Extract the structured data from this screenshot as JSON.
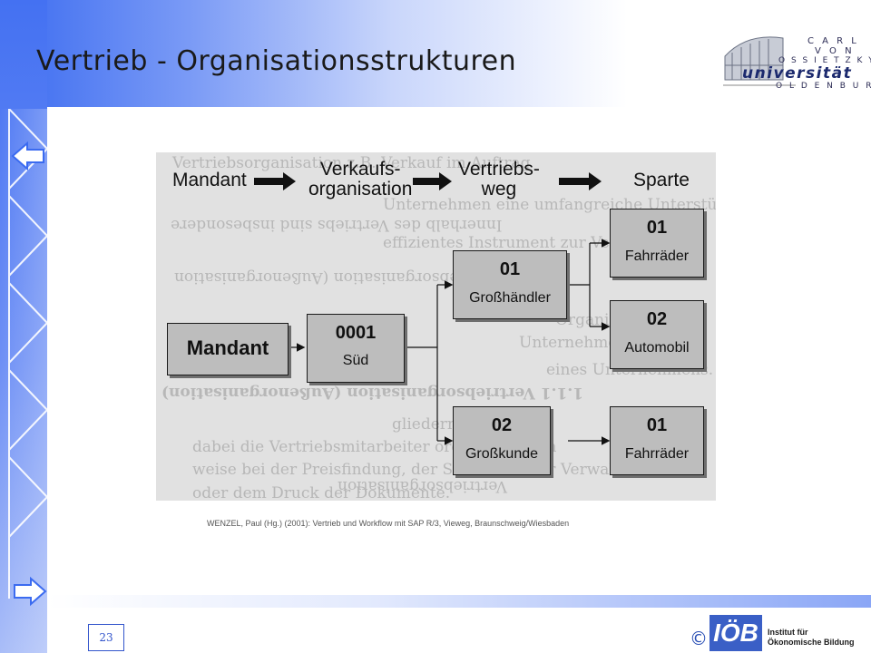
{
  "slide": {
    "title": "Vertrieb - Organisationsstrukturen",
    "page_number": "23"
  },
  "logo": {
    "line1": "C A R L",
    "line2": "V O N",
    "line3": "O S S I E T Z K Y",
    "name": "universität",
    "city": "O L D E N B U R G"
  },
  "diagram": {
    "headers": {
      "mandant": "Mandant",
      "verkaufsorg": "Verkaufs-\norganisation",
      "vertriebsweg": "Vertriebs-\nweg",
      "sparte": "Sparte"
    },
    "boxes": {
      "mandant": {
        "name": "Mandant"
      },
      "sued": {
        "code": "0001",
        "name": "Süd"
      },
      "grosshaendler": {
        "code": "01",
        "name": "Großhändler"
      },
      "grosskunde": {
        "code": "02",
        "name": "Großkunde"
      },
      "fahrraeder_1": {
        "code": "01",
        "name": "Fahrräder"
      },
      "automobil": {
        "code": "02",
        "name": "Automobil"
      },
      "fahrraeder_2": {
        "code": "01",
        "name": "Fahrräder"
      }
    }
  },
  "caption": "WENZEL, Paul (Hg.) (2001): Vertrieb und Workflow mit SAP R/3, Vieweg, Braunschweig/Wiesbaden",
  "footer": {
    "copyright": "©",
    "logo_text": "IÖB",
    "institute_line1": "Institut für",
    "institute_line2": "Ökonomische Bildung"
  },
  "colors": {
    "accent_blue": "#3b6bf0",
    "box_gray": "#bdbdbd",
    "figure_bg": "#e1e1e1"
  },
  "icons": [
    "back-arrow-icon",
    "forward-arrow-icon",
    "university-building-icon"
  ]
}
